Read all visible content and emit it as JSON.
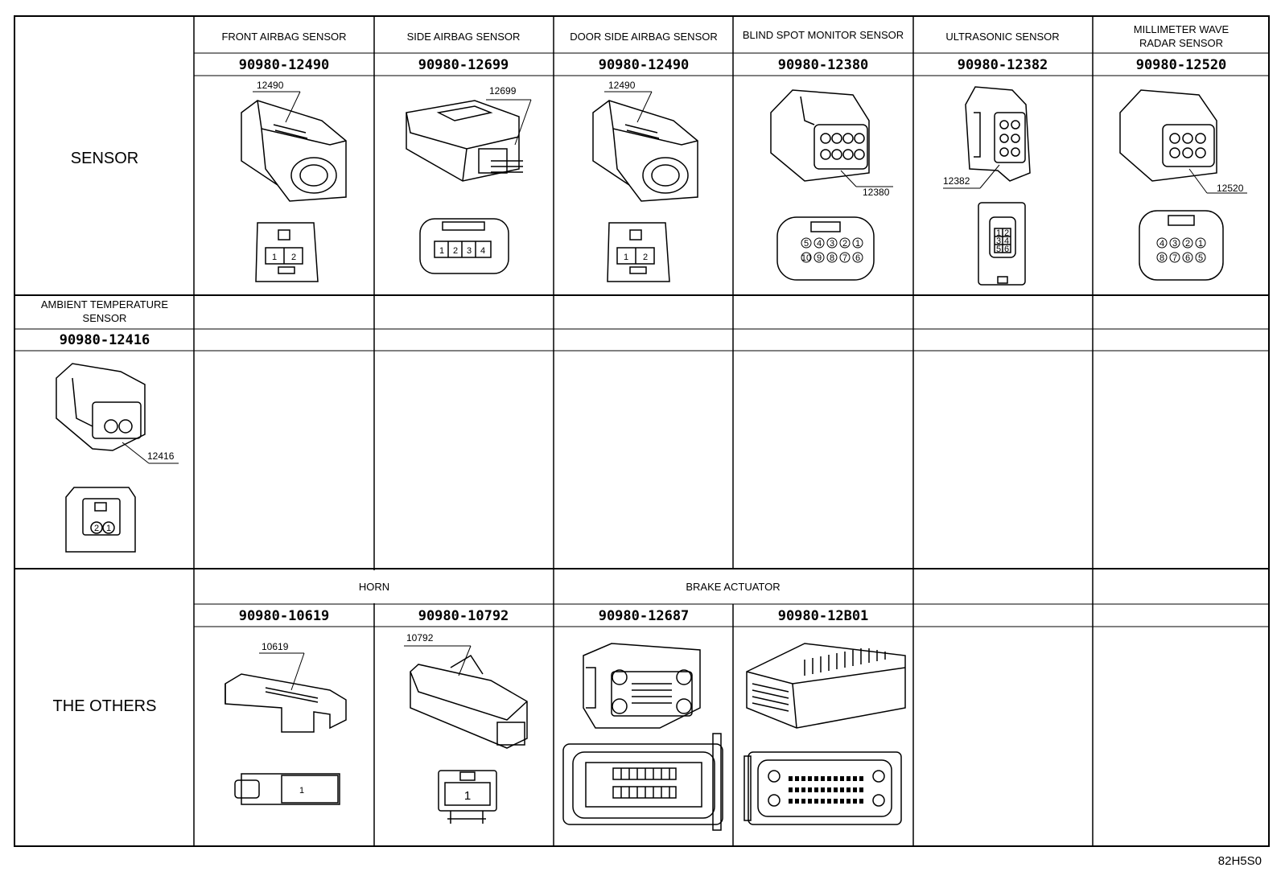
{
  "figure_code": "82H5S0",
  "sections": {
    "sensor": {
      "label": "SENSOR",
      "columns": [
        {
          "title": "FRONT AIRBAG SENSOR",
          "part_number": "90980-12490",
          "callout": "12490",
          "pins": [
            "1",
            "2"
          ]
        },
        {
          "title": "SIDE AIRBAG SENSOR",
          "part_number": "90980-12699",
          "callout": "12699",
          "pins": [
            "1",
            "2",
            "3",
            "4"
          ]
        },
        {
          "title": "DOOR SIDE AIRBAG SENSOR",
          "part_number": "90980-12490",
          "callout": "12490",
          "pins": [
            "1",
            "2"
          ]
        },
        {
          "title": "BLIND SPOT MONITOR SENSOR",
          "part_number": "90980-12380",
          "callout": "12380",
          "pins": [
            "5",
            "4",
            "3",
            "2",
            "1",
            "10",
            "9",
            "8",
            "7",
            "6"
          ]
        },
        {
          "title": "ULTRASONIC SENSOR",
          "part_number": "90980-12382",
          "callout": "12382",
          "pins": [
            "1",
            "2",
            "3",
            "4",
            "5",
            "6"
          ]
        },
        {
          "title_line1": "MILLIMETER WAVE",
          "title_line2": "RADAR SENSOR",
          "part_number": "90980-12520",
          "callout": "12520",
          "pins": [
            "4",
            "3",
            "2",
            "1",
            "8",
            "7",
            "6",
            "5"
          ]
        }
      ]
    },
    "ambient": {
      "title_line1": "AMBIENT TEMPERATURE",
      "title_line2": "SENSOR",
      "part_number": "90980-12416",
      "callout": "12416",
      "pins": [
        "2",
        "1"
      ]
    },
    "others": {
      "label": "THE OTHERS",
      "groups": [
        {
          "title": "HORN"
        },
        {
          "title": "BRAKE ACTUATOR"
        }
      ],
      "columns": [
        {
          "part_number": "90980-10619",
          "callout": "10619",
          "pins": [
            "1"
          ]
        },
        {
          "part_number": "90980-10792",
          "callout": "10792",
          "pins": [
            "1"
          ]
        },
        {
          "part_number": "90980-12687"
        },
        {
          "part_number": "90980-12B01"
        }
      ]
    }
  }
}
